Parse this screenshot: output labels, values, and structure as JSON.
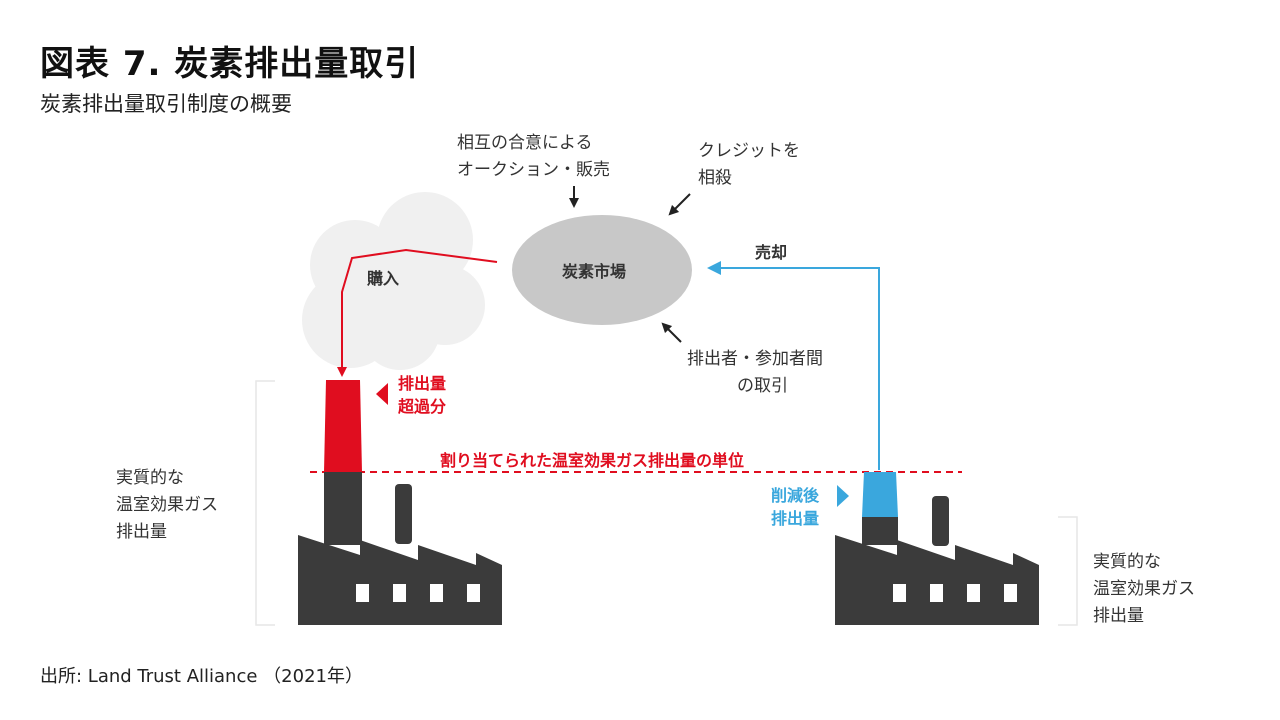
{
  "header": {
    "title": "図表 7. 炭素排出量取引",
    "subtitle": "炭素排出量取引制度の概要"
  },
  "diagram": {
    "market_label": "炭素市場",
    "auction": [
      "相互の合意による",
      "オークション・販売"
    ],
    "offset": [
      "クレジットを",
      "相殺"
    ],
    "trade": [
      "排出者・参加者間",
      "の取引"
    ],
    "buy_label": "購入",
    "sell_label": "売却",
    "excess": [
      "排出量",
      "超過分"
    ],
    "reduced": [
      "削減後",
      "排出量"
    ],
    "allocation_line": "割り当てられた温室効果ガス排出量の単位",
    "actual_left": [
      "実質的な",
      "温室効果ガス",
      "排出量"
    ],
    "actual_right": [
      "実質的な",
      "温室効果ガス",
      "排出量"
    ]
  },
  "colors": {
    "red": "#e00d1f",
    "blue": "#3aa7dd",
    "factory": "#3b3b3b",
    "market": "#c8c8c8",
    "smoke": "#f0f0f0"
  },
  "footer": {
    "source": "出所: Land Trust Alliance （2021年）"
  }
}
